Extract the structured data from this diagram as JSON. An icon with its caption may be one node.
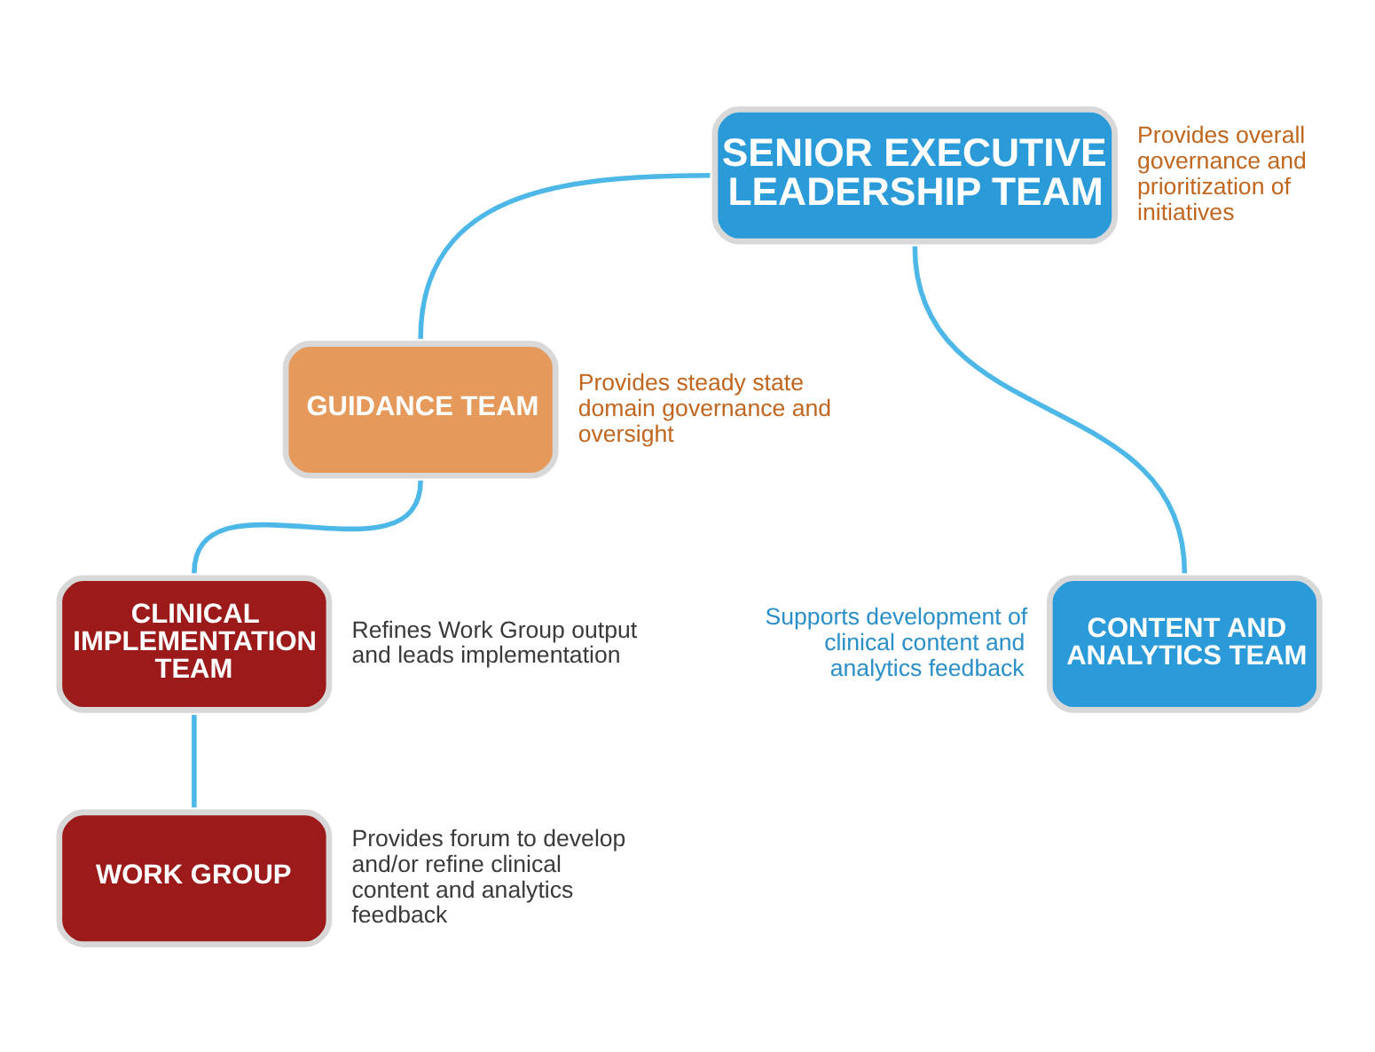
{
  "diagram": {
    "nodes": [
      {
        "text": [
          "SENIOR EXECUTIVE LEADERSHIP TEAM"
        ],
        "beside": [
          "Provides overall governance and prioritization of initiatives"
        ]
      },
      {
        "text": [
          "GUIDANCE TEAM"
        ],
        "beside": [
          "Provides steady state domain governance and oversight"
        ]
      },
      {
        "text": [
          "CONTENT AND ANALYTICS TEAM"
        ],
        "beside": [
          "Supports development of clinical content and analytics feedback"
        ]
      },
      {
        "text": [
          "CLINICAL IMPLEMENTATION TEAM"
        ],
        "beside": [
          "Refines Work Group output and leads implementation"
        ]
      },
      {
        "text": [
          "WORK GROUP"
        ],
        "beside": [
          "Provides forum to develop and/or refine clinical content and analytics feedback"
        ]
      }
    ],
    "edges": [
      {
        "from": 0,
        "to": 1,
        "arrow": "none"
      },
      {
        "from": 0,
        "to": 2,
        "arrow": "none"
      },
      {
        "from": 1,
        "to": 3,
        "arrow": "none"
      },
      {
        "from": 3,
        "to": 4,
        "arrow": "none"
      }
    ]
  }
}
